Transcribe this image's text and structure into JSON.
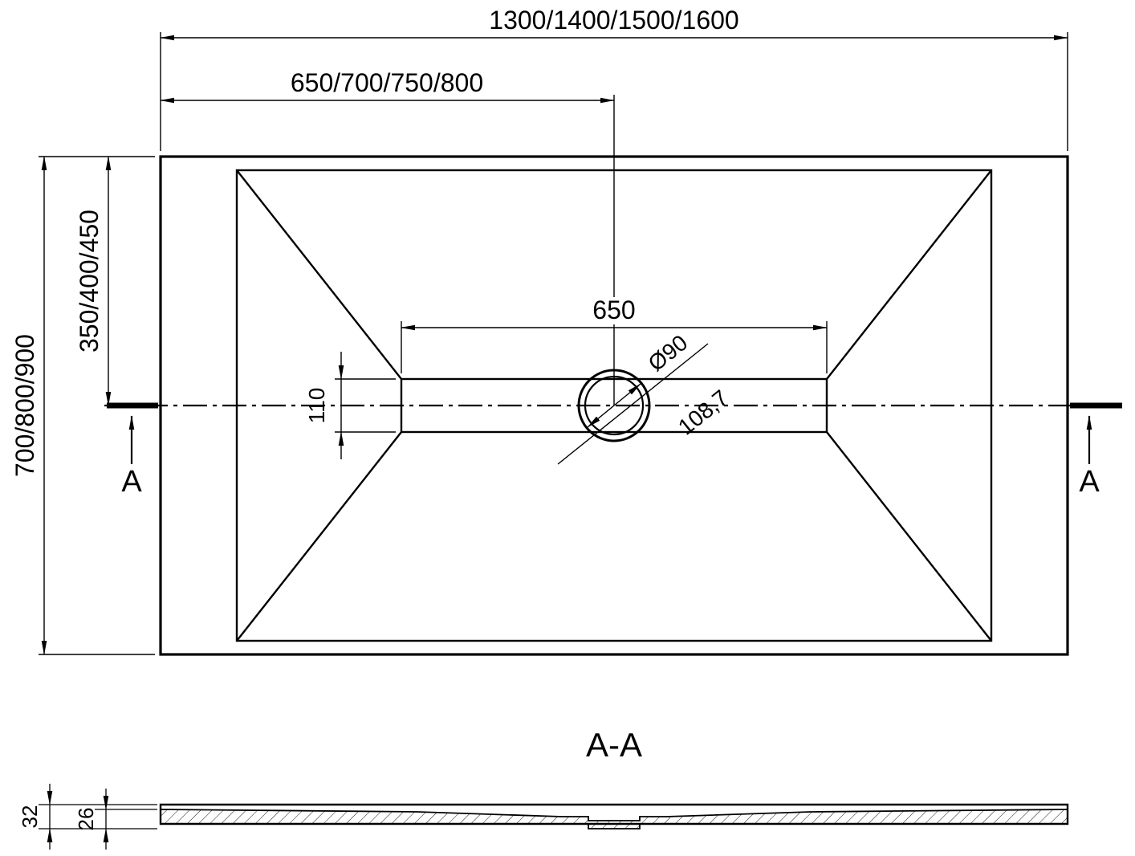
{
  "drawing": {
    "top_view": {
      "dim_width_total": "1300/1400/1500/1600",
      "dim_width_to_drain": "650/700/750/800",
      "dim_depth_total": "700/800/900",
      "dim_depth_to_drain": "350/400/450",
      "dim_channel_length": "650",
      "dim_channel_width": "110",
      "dim_drain_diameter": "Ø90",
      "dim_drain_detail": "108,7"
    },
    "section_marker": "A",
    "section_view": {
      "title": "A-A",
      "dim_thickness_total": "32",
      "dim_thickness_edge": "26"
    }
  }
}
